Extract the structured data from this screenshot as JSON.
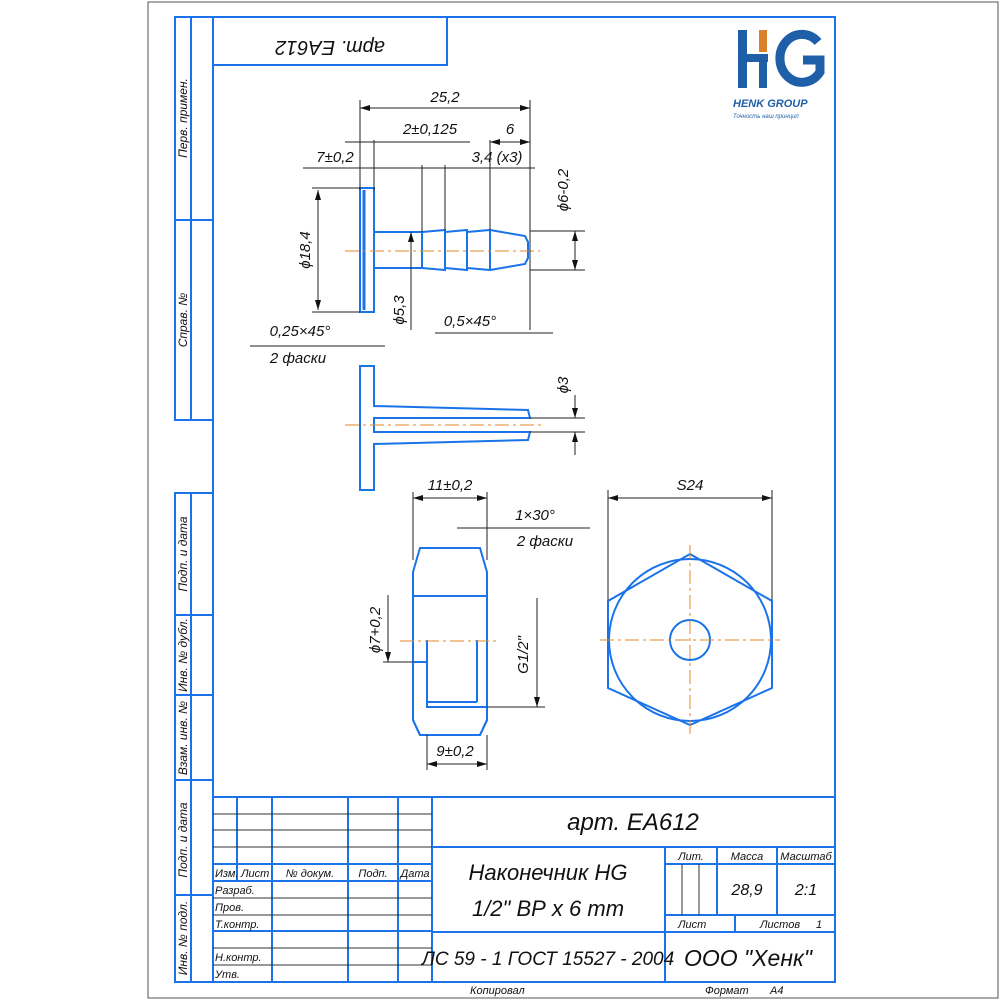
{
  "stamp_top": "арт. EA612",
  "logo": {
    "letters": "HG",
    "name": "HENK GROUP",
    "slogan": "Точность наш принцип",
    "colors": {
      "blue": "#1f5fa8",
      "orange": "#d9822b"
    }
  },
  "side_strip": [
    "Перв. примен.",
    "Справ. №",
    "Подп. и дата",
    "Инв. № дубл.",
    "Взам. инв. №",
    "Подп. и дата",
    "Инв. № подл."
  ],
  "dimensions": {
    "total_length": "25,2",
    "groove": "2±0,125",
    "tip": "6",
    "flange": "7±0,2",
    "pitch": "3,4 (x3)",
    "tip_diameter": "ϕ6-0,2",
    "flange_diameter": "ϕ18,4",
    "shank_diameter": "ϕ5,3",
    "chamfer_tip": "0,5×45°",
    "chamfer_flange": "0,25×45°",
    "chamfer_flange_note": "2 фаски",
    "bore": "ϕ3",
    "nut_width": "11±0,2",
    "nut_chamfer": "1×30°",
    "nut_chamfer_note": "2 фаски",
    "nut_hole": "ϕ7+0,2",
    "thread": "G1/2\"",
    "thread_depth": "9±0,2",
    "hex": "S24"
  },
  "title_block": {
    "article": "арт. EA612",
    "name_line1": "Наконечник HG",
    "name_line2": "1/2\" ВР x 6 mm",
    "material": "ЛС 59 - 1 ГОСТ 15527 - 2004",
    "company": "ООО \"Хенк\"",
    "lit_label": "Лит.",
    "mass_label": "Масса",
    "scale_label": "Масштаб",
    "mass": "28,9",
    "scale": "2:1",
    "sheet_label": "Лист",
    "sheets_label": "Листов",
    "sheets": "1",
    "headers": [
      "Изм.",
      "Лист",
      "№ докум.",
      "Подп.",
      "Дата"
    ],
    "roles": [
      "Разраб.",
      "Пров.",
      "Т.контр.",
      "",
      "Н.контр.",
      "Утв."
    ],
    "copied": "Копировал",
    "format_label": "Формат",
    "format": "A4"
  }
}
